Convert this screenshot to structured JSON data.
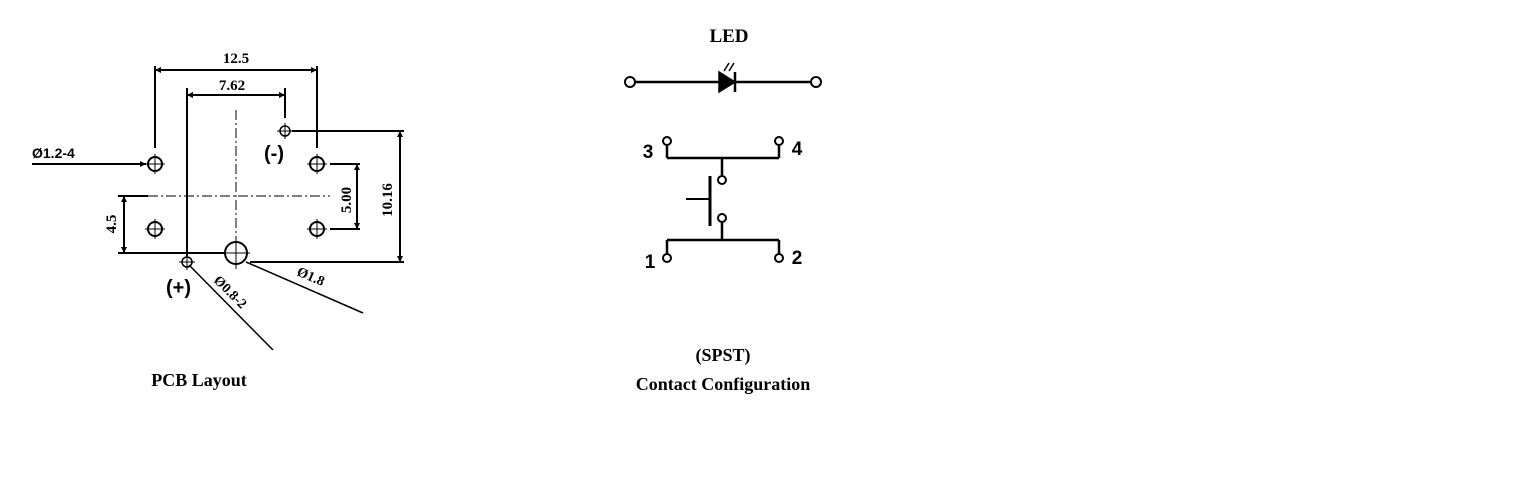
{
  "pcb": {
    "dim_width": "12.5",
    "dim_pitch": "7.62",
    "dim_vertical_pitch": "5.00",
    "dim_height": "10.16",
    "dim_left": "4.5",
    "hole_large": "Ø1.2-4",
    "hole_small": "Ø0.8-2",
    "hole_mount": "Ø1.8",
    "minus_label": "(-)",
    "plus_label": "(+)",
    "caption": "PCB Layout"
  },
  "schematic": {
    "led_label": "LED",
    "pin3": "3",
    "pin4": "4",
    "pin1": "1",
    "pin2": "2",
    "type_label": "(SPST)",
    "caption": "Contact Configuration"
  }
}
